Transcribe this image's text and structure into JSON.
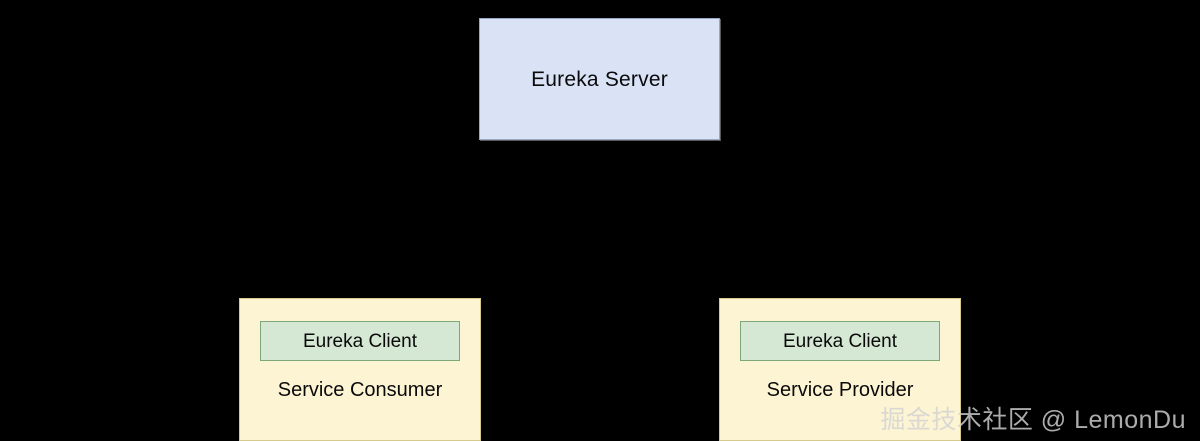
{
  "diagram": {
    "background_color": "#000000",
    "nodes": {
      "server": {
        "label": "Eureka Server",
        "fill": "#dae3f6",
        "stroke": "#9aa7c4"
      },
      "consumer": {
        "client_label": "Eureka Client",
        "caption": "Service Consumer",
        "fill": "#fdf4d4",
        "stroke": "#d6c98c",
        "client_fill": "#d5e8d3",
        "client_stroke": "#7da77a"
      },
      "provider": {
        "client_label": "Eureka Client",
        "caption": "Service Provider",
        "fill": "#fdf4d4",
        "stroke": "#d6c98c",
        "client_fill": "#d5e8d3",
        "client_stroke": "#7da77a"
      }
    },
    "edges": [
      {
        "name": "server-to-consumer",
        "from": "server",
        "to": "consumer",
        "arrow": "to",
        "color": "#000000"
      },
      {
        "name": "provider-to-server",
        "from": "provider",
        "to": "server",
        "arrow": "none",
        "color": "#000000"
      }
    ]
  },
  "watermark": {
    "text": "掘金技术社区 @ LemonDu",
    "color": "#d2d2d2"
  }
}
